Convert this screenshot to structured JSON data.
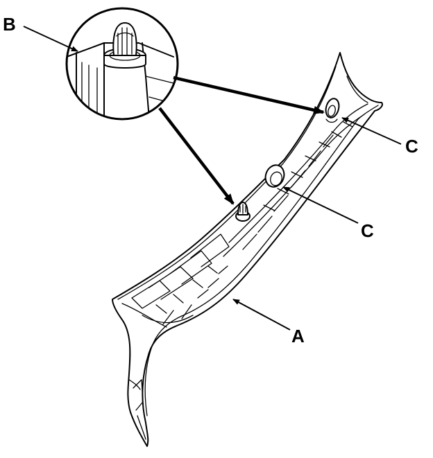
{
  "labels": {
    "a": "A",
    "b": "B",
    "c_upper": "C",
    "c_lower": "C"
  }
}
